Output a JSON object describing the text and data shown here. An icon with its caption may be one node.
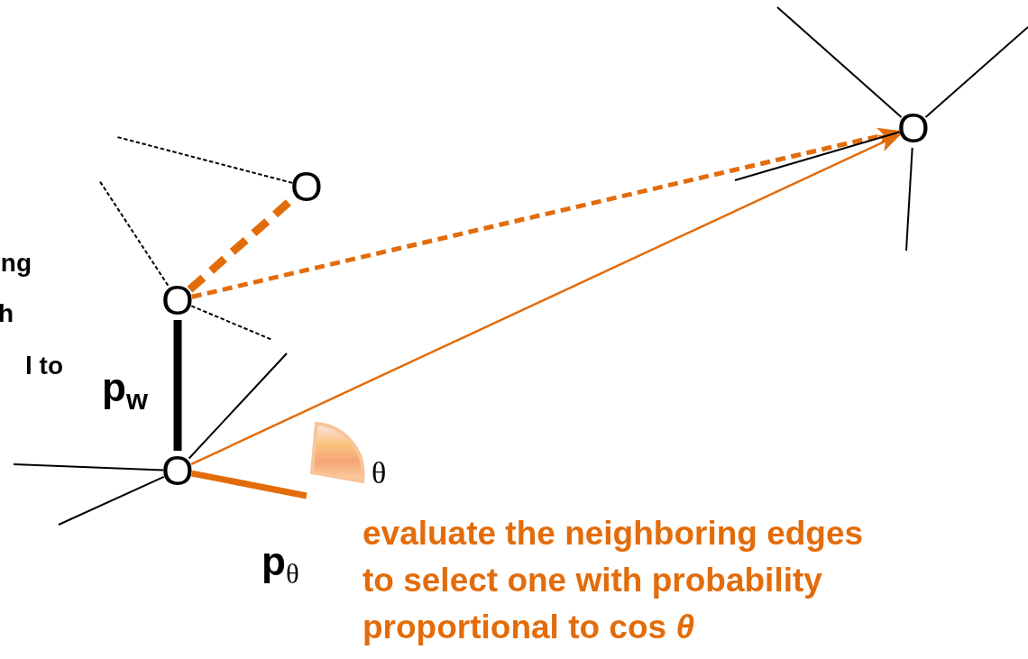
{
  "diagram": {
    "nodes": [
      {
        "text": [
          "O"
        ]
      },
      {
        "text": [
          "O"
        ]
      },
      {
        "text": [
          "O"
        ]
      },
      {
        "text": [
          "O"
        ]
      }
    ],
    "edges": [
      {
        "from": 0,
        "to": 1,
        "arrow": "none",
        "style": "thick"
      },
      {
        "from": 1,
        "to": 2,
        "arrow": "none",
        "style": "dashed",
        "color": "#e36c0a"
      },
      {
        "from": 1,
        "to": 3,
        "arrow": "to",
        "style": "dashed",
        "color": "#e36c0a"
      },
      {
        "from": 0,
        "to": 3,
        "arrow": "to",
        "color": "#e36c0a"
      },
      {
        "from": 0,
        "to": null,
        "arrow": "none",
        "style": "thick",
        "color": "#e36c0a"
      },
      {
        "from": 0,
        "to": null,
        "arrow": "none"
      },
      {
        "from": 0,
        "to": null,
        "arrow": "none"
      },
      {
        "from": 0,
        "to": null,
        "arrow": "none"
      },
      {
        "from": 1,
        "to": null,
        "arrow": "none",
        "style": "dashed"
      },
      {
        "from": 1,
        "to": null,
        "arrow": "none",
        "style": "dashed"
      },
      {
        "from": 2,
        "to": null,
        "arrow": "none",
        "style": "dashed"
      },
      {
        "from": 3,
        "to": null,
        "arrow": "none"
      },
      {
        "from": 3,
        "to": null,
        "arrow": "none"
      },
      {
        "from": 3,
        "to": null,
        "arrow": "none"
      },
      {
        "from": 3,
        "to": null,
        "arrow": "none"
      }
    ],
    "labels": [
      "ng",
      "h",
      "l to",
      "p$_{w}$",
      "θ",
      "p$_{θ}$",
      "evaluate the neighboring edges to select one with probability proportional to cos *θ*"
    ]
  }
}
